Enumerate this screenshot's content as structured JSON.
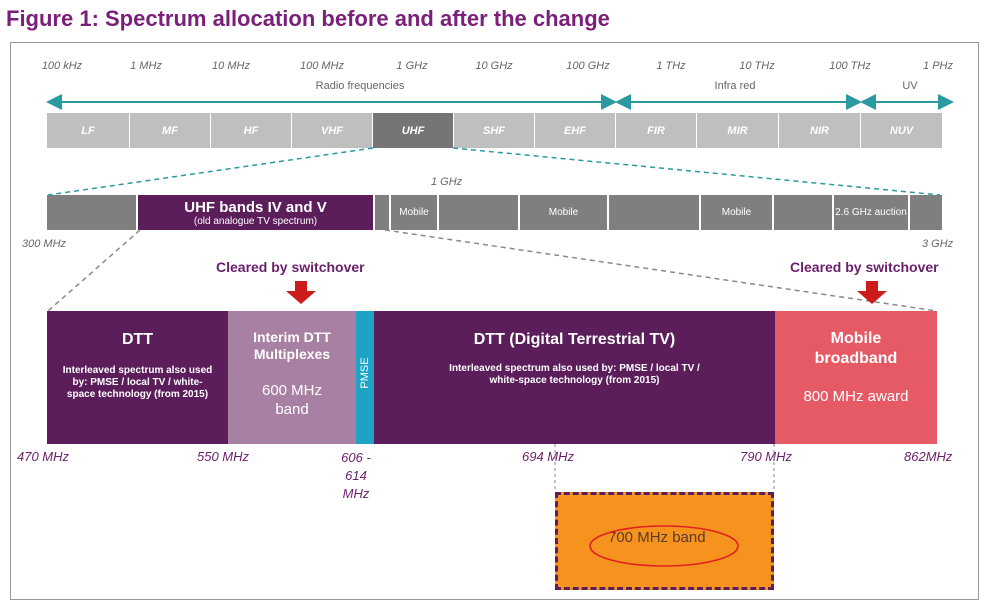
{
  "title": "Figure 1: Spectrum allocation before and after the change",
  "top_scale": {
    "frequencies": [
      "100 kHz",
      "1 MHz",
      "10 MHz",
      "100 MHz",
      "1 GHz",
      "10 GHz",
      "100 GHz",
      "1 THz",
      "10 THz",
      "100 THz",
      "1 PHz"
    ],
    "categories": [
      "Radio frequencies",
      "Infra red",
      "UV"
    ],
    "bands": [
      "LF",
      "MF",
      "HF",
      "VHF",
      "UHF",
      "SHF",
      "EHF",
      "FIR",
      "MIR",
      "NIR",
      "NUV"
    ],
    "highlighted_band": "UHF"
  },
  "uhf_detail": {
    "center_label": "1 GHz",
    "left_label": "300 MHz",
    "right_label": "3 GHz",
    "uhf_title": "UHF bands IV and V",
    "uhf_subtitle": "(old analogue TV spectrum)",
    "mobile_1": "Mobile",
    "mobile_2": "Mobile",
    "mobile_3": "Mobile",
    "auction": "2.6 GHz auction"
  },
  "cleared_label": "Cleared by switchover",
  "blocks": {
    "dtt_title": "DTT",
    "dtt_text": "Interleaved spectrum also used by: PMSE / local TV / white-space technology (from 2015)",
    "interim_title": "Interim DTT Multiplexes",
    "interim_band": "600 MHz band",
    "pmse": "PMSE",
    "dtt2_title": "DTT (Digital Terrestrial TV)",
    "dtt2_text": "Interleaved spectrum also used by: PMSE / local TV / white-space technology (from 2015)",
    "mobile_title": "Mobile broadband",
    "mobile_award": "800 MHz award"
  },
  "frequency_marks": [
    "470 MHz",
    "550 MHz",
    "606 - 614 MHz",
    "694 MHz",
    "790 MHz",
    "862MHz"
  ],
  "band_700": "700 MHz band",
  "colors": {
    "title": "#7a1f7a",
    "dtt": "#5b1e5b",
    "interim": "#a880a3",
    "pmse": "#1fa3c4",
    "mobile": "#e65a66",
    "band_700": "#f6931f",
    "arrow": "#2a9aa0",
    "cleared_arrow": "#cc1b1b"
  }
}
